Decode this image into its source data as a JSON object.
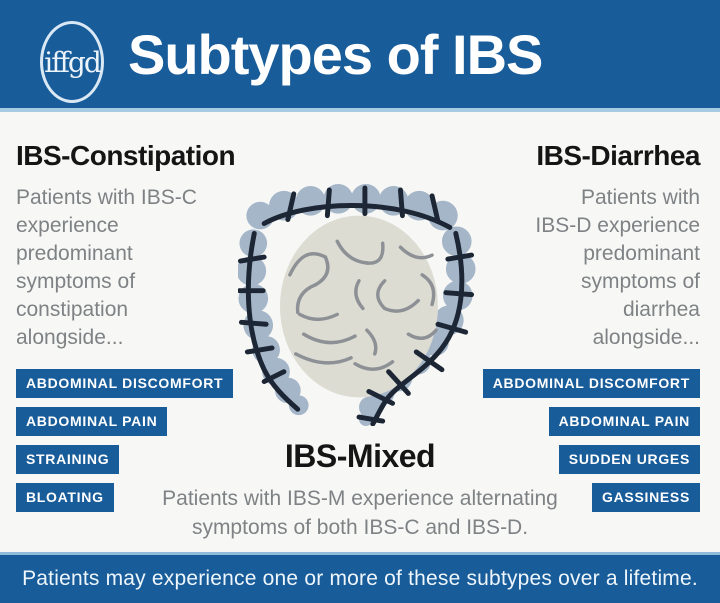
{
  "header": {
    "logo_text": "iffgd",
    "title": "Subtypes of IBS"
  },
  "sections": {
    "constipation": {
      "heading": "IBS-Constipation",
      "lines": [
        "Patients with IBS-C",
        "experience",
        "predominant",
        "symptoms of",
        "constipation",
        "alongside..."
      ],
      "tags": [
        "ABDOMINAL DISCOMFORT",
        "ABDOMINAL PAIN",
        "STRAINING",
        "BLOATING"
      ]
    },
    "diarrhea": {
      "heading": "IBS-Diarrhea",
      "lines": [
        "Patients with",
        "IBS-D experience",
        "predominant",
        "symptoms of",
        "diarrhea",
        "alongside..."
      ],
      "tags": [
        "ABDOMINAL DISCOMFORT",
        "ABDOMINAL PAIN",
        "SUDDEN URGES",
        "GASSINESS"
      ]
    },
    "mixed": {
      "heading": "IBS-Mixed",
      "lines": [
        "Patients with IBS-M experience alternating",
        "symptoms of both IBS-C and IBS-D."
      ]
    }
  },
  "illustration": {
    "icon": "intestines-icon"
  },
  "footer": {
    "text": "Patients may experience one or more of these subtypes over a lifetime."
  },
  "colors": {
    "brand_blue": "#185c99",
    "divider_light_blue": "#a8cbe4",
    "background": "#f7f8f6",
    "heading_text": "#151515",
    "body_text": "#7f8285",
    "tag_background": "#185c99",
    "tag_text": "#ffffff",
    "colon_fill": "#a6b6c9",
    "intestine_fill": "#dcdcd3",
    "intestine_lines": "#8d9196",
    "colon_stroke": "#1c2634"
  }
}
